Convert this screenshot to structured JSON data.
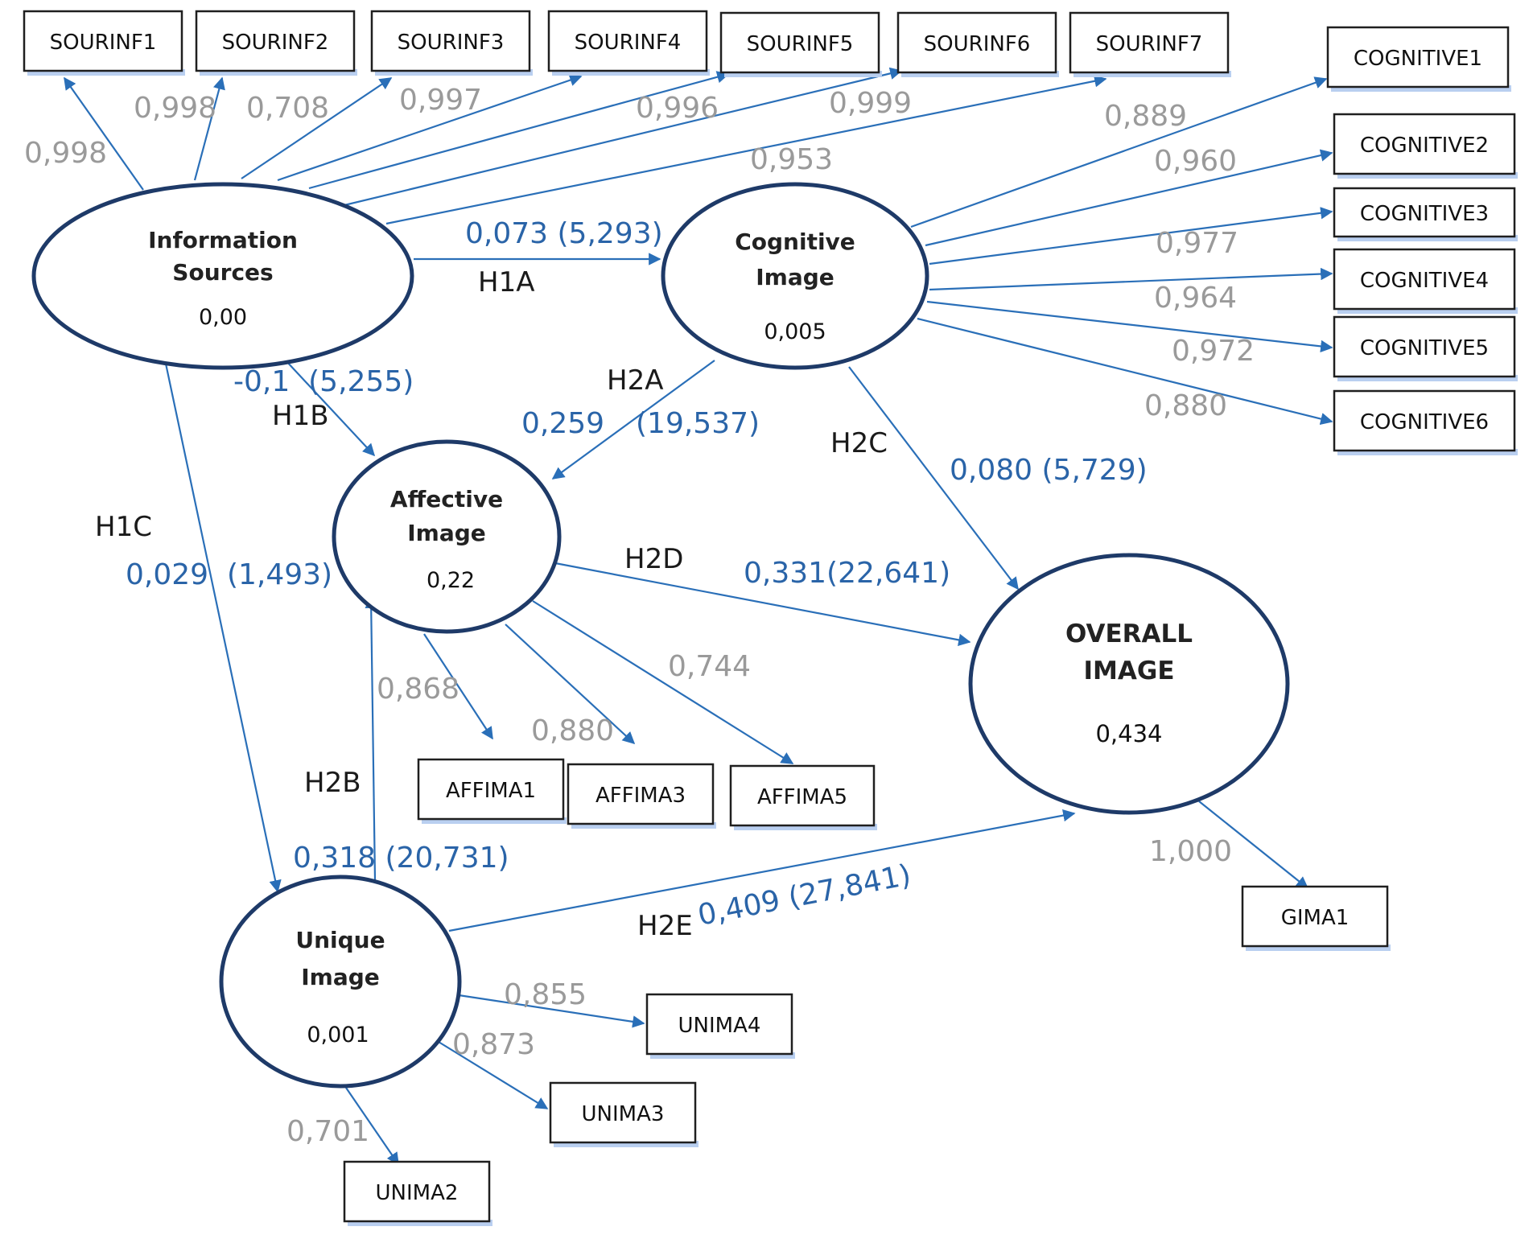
{
  "colors": {
    "arrow": "#2a6fb8",
    "ellipse_stroke": "#1e3a68",
    "loading_label": "#9a9a9a",
    "path_label": "#2a64a8",
    "hypothesis_label": "#1a1a1a",
    "box_shadow": "#b9cff0"
  },
  "latent": {
    "info": {
      "label": [
        "Information",
        "Sources"
      ],
      "value": "0,00"
    },
    "cognitive": {
      "label": [
        "Cognitive",
        "Image"
      ],
      "value": "0,005"
    },
    "affective": {
      "label": [
        "Affective",
        "Image"
      ],
      "value": "0,22"
    },
    "overall": {
      "label": [
        "OVERALL",
        "IMAGE"
      ],
      "value": "0,434"
    },
    "unique": {
      "label": [
        "Unique",
        "Image"
      ],
      "value": "0,001"
    }
  },
  "indicators": {
    "SOURINF1": "SOURINF1",
    "SOURINF2": "SOURINF2",
    "SOURINF3": "SOURINF3",
    "SOURINF4": "SOURINF4",
    "SOURINF5": "SOURINF5",
    "SOURINF6": "SOURINF6",
    "SOURINF7": "SOURINF7",
    "COGNITIVE1": "COGNITIVE1",
    "COGNITIVE2": "COGNITIVE2",
    "COGNITIVE3": "COGNITIVE3",
    "COGNITIVE4": "COGNITIVE4",
    "COGNITIVE5": "COGNITIVE5",
    "COGNITIVE6": "COGNITIVE6",
    "AFFIMA1": "AFFIMA1",
    "AFFIMA3": "AFFIMA3",
    "AFFIMA5": "AFFIMA5",
    "UNIMA4": "UNIMA4",
    "UNIMA3": "UNIMA3",
    "UNIMA2": "UNIMA2",
    "GIMA1": "GIMA1"
  },
  "loadings": {
    "SOURINF1": "0,998",
    "SOURINF2": "0,998",
    "SOURINF3": "0,708",
    "SOURINF4": "0,997",
    "SOURINF5": "0,996",
    "SOURINF6": "0,999",
    "SOURINF7": "0,953",
    "COGNITIVE1": "0,889",
    "COGNITIVE2": "0,960",
    "COGNITIVE3": "0,977",
    "COGNITIVE4": "0,964",
    "COGNITIVE5": "0,972",
    "COGNITIVE6": "0,880",
    "AFFIMA1": "0,868",
    "AFFIMA3": "0,880",
    "AFFIMA5": "0,744",
    "UNIMA4": "0,855",
    "UNIMA3": "0,873",
    "UNIMA2": "0,701",
    "GIMA1": "1,000"
  },
  "hypotheses": {
    "H1A": {
      "name": "H1A",
      "coef": "0,073 (5,293)"
    },
    "H1B": {
      "name": "H1B",
      "coef": "-0,1  (5,255)"
    },
    "H1C": {
      "name": "H1C",
      "coef": "0,029  (1,493)"
    },
    "H2A": {
      "name": "H2A",
      "coef_a": "0,259",
      "coef_b": "(19,537)"
    },
    "H2B": {
      "name": "H2B",
      "coef": "0,318 (20,731)"
    },
    "H2C": {
      "name": "H2C",
      "coef": "0,080 (5,729)"
    },
    "H2D": {
      "name": "H2D",
      "coef": "0,331(22,641)"
    },
    "H2E": {
      "name": "H2E",
      "coef": "0,409 (27,841)"
    }
  }
}
